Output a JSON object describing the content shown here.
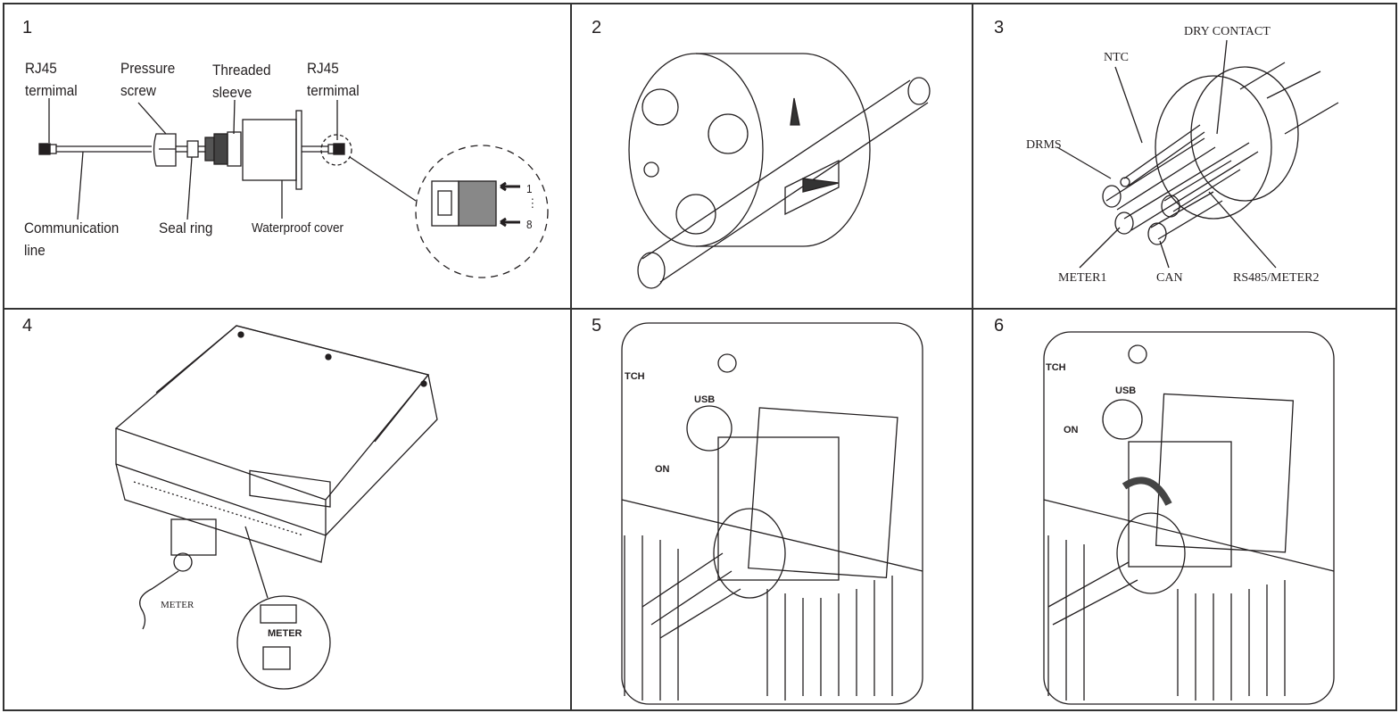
{
  "panels": [
    {
      "number": "1",
      "labels": {
        "rj45_left": "RJ45\ntermimal",
        "pressure_screw": "Pressure\nscrew",
        "threaded_sleeve": "Threaded\nsleeve",
        "rj45_right": "RJ45\ntermimal",
        "communication_line": "Communication\nline",
        "seal_ring": "Seal ring",
        "waterproof_cover": "Waterproof cover",
        "pin_first": "1",
        "pin_dots": "⋮",
        "pin_last": "8"
      }
    },
    {
      "number": "2"
    },
    {
      "number": "3",
      "labels": {
        "dry_contact": "DRY CONTACT",
        "ntc": "NTC",
        "drms": "DRMS",
        "meter1": "METER1",
        "can": "CAN",
        "rs485_meter2": "RS485/METER2"
      }
    },
    {
      "number": "4",
      "labels": {
        "meter": "METER",
        "meter_port": "METER"
      }
    },
    {
      "number": "5",
      "labels": {
        "switch": "TCH",
        "usb": "USB",
        "on": "ON"
      }
    },
    {
      "number": "6",
      "labels": {
        "switch": "TCH",
        "usb": "USB",
        "on": "ON"
      }
    }
  ]
}
